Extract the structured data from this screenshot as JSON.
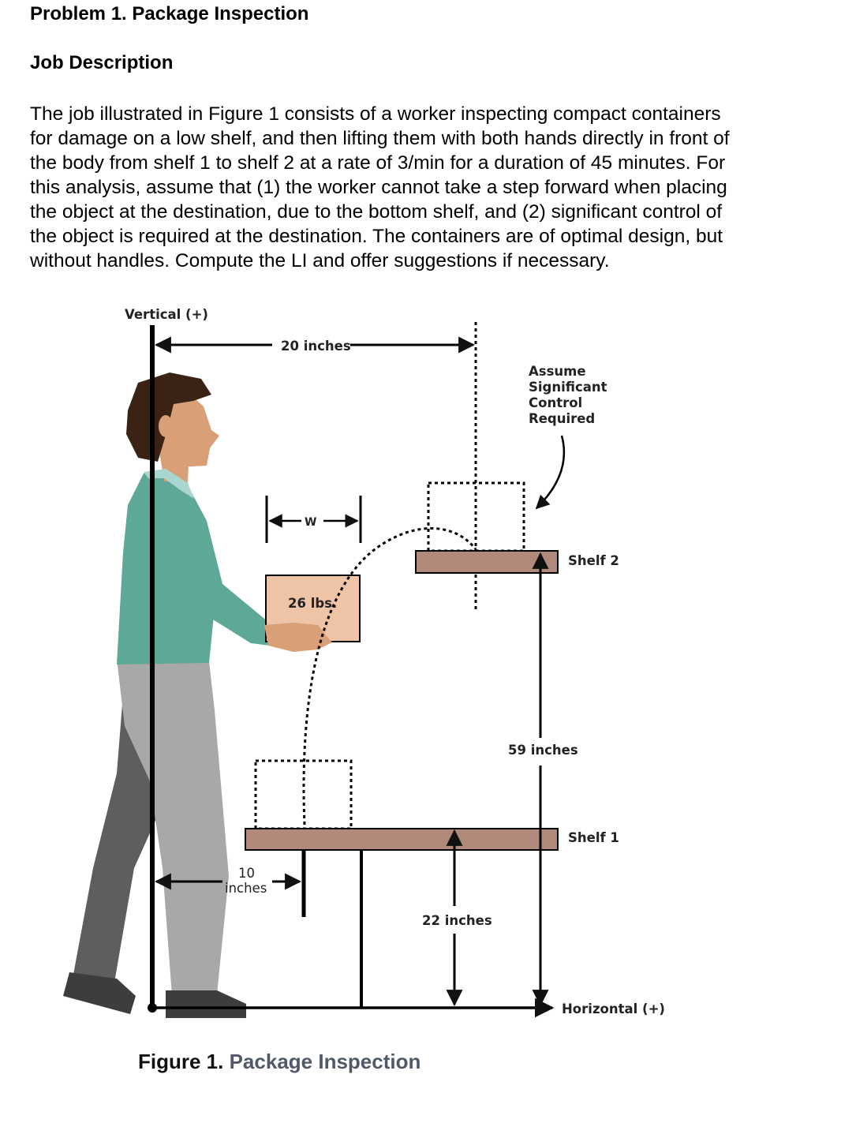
{
  "problem_title": "Problem 1. Package Inspection",
  "section_heading": "Job Description",
  "paragraph_lines": [
    "The job illustrated in Figure 1 consists of a worker inspecting compact containers",
    "for damage on a low shelf, and then lifting them with both hands directly in front of",
    "the body from shelf 1 to shelf 2 at a rate of 3/min for a duration of 45 minutes. For",
    "this analysis, assume that (1) the worker cannot take a step forward when placing",
    "the object at the destination, due to the bottom shelf, and (2) significant control of",
    "the object is required at the destination. The containers are of optimal design, but",
    "without handles. Compute the LI and offer suggestions if necessary."
  ],
  "figure": {
    "vertical_axis": "Vertical (+)",
    "horizontal_axis": "Horizontal (+)",
    "dim_top": "20 inches",
    "width_marker": "W",
    "load": "26 lbs.",
    "note_lines": [
      "Assume",
      "Significant",
      "Control",
      "Required"
    ],
    "shelf2": "Shelf 2",
    "shelf1": "Shelf 1",
    "dim_59": "59 inches",
    "dim_22": "22 inches",
    "dim_10_a": "10",
    "dim_10_b": "inches",
    "colors": {
      "skin": "#d9a077",
      "hair": "#3a2314",
      "shirt": "#5ea897",
      "collar": "#a9d6cf",
      "pants_front": "#a8a8a8",
      "pants_back": "#5e5e5e",
      "shoe": "#3d3d3d",
      "shelf": "#b0897a",
      "box": "#eec3a6"
    }
  },
  "caption": {
    "number": "Figure 1.",
    "name": "Package Inspection"
  }
}
